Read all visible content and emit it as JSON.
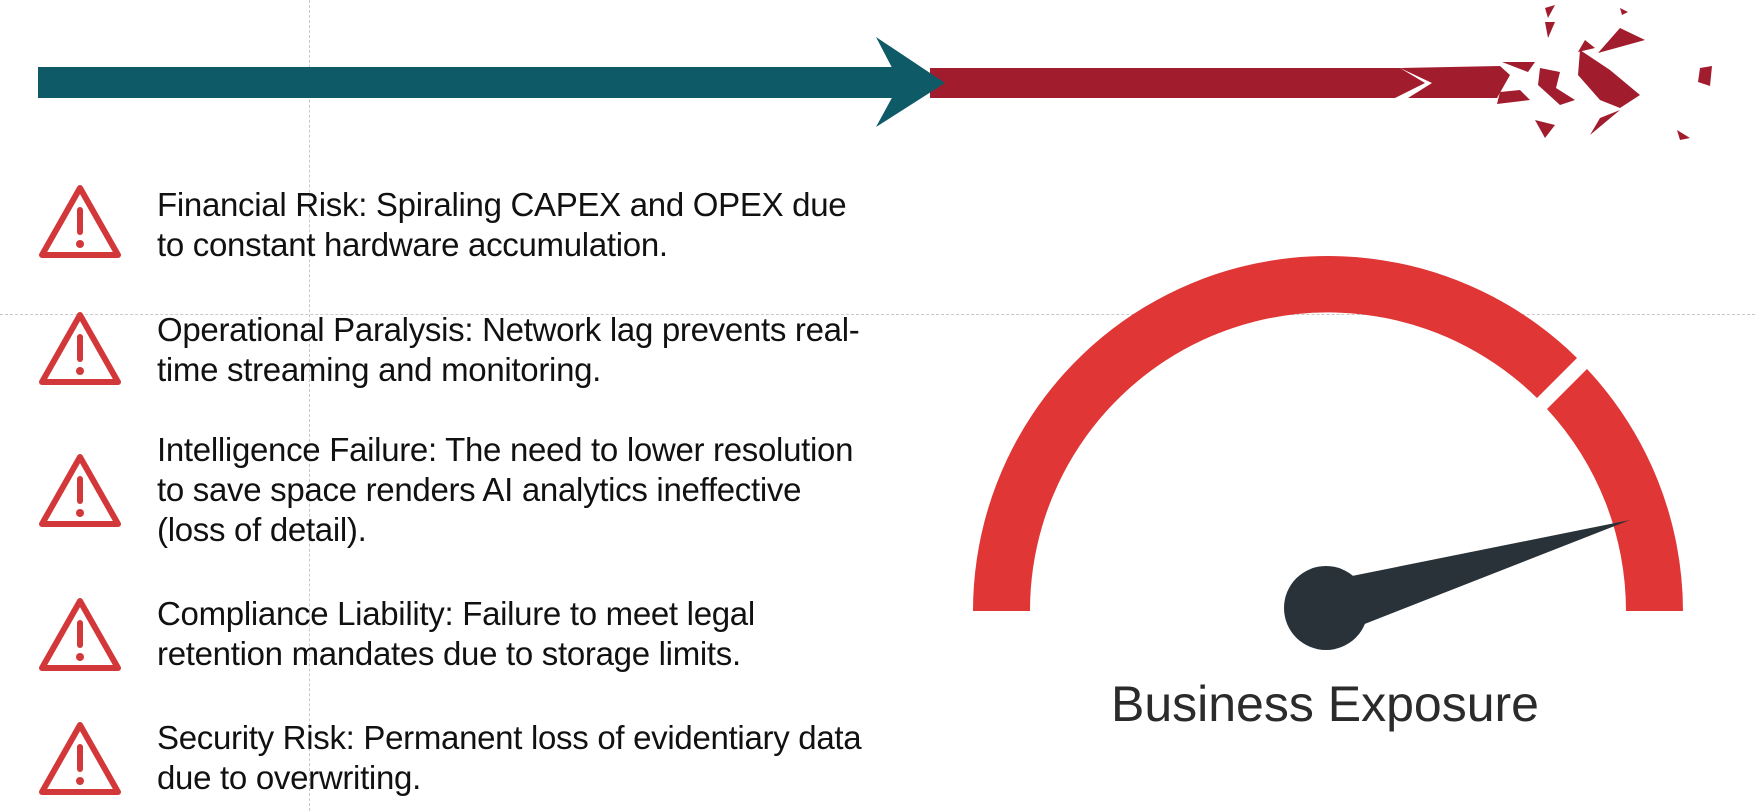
{
  "risks": [
    {
      "icon": "warning-icon",
      "text": "Financial Risk: Spiraling CAPEX and OPEX due to constant hardware accumulation."
    },
    {
      "icon": "warning-icon",
      "text": "Operational Paralysis: Network lag prevents real-time streaming and monitoring."
    },
    {
      "icon": "warning-icon",
      "text": "Intelligence Failure: The need to lower resolution to save space renders AI analytics ineffective (loss of detail)."
    },
    {
      "icon": "warning-icon",
      "text": "Compliance Liability: Failure to meet legal retention mandates due to storage limits."
    },
    {
      "icon": "warning-icon",
      "text": "Security Risk: Permanent loss of evidentiary data due to overwriting."
    }
  ],
  "gauge": {
    "label": "Business Exposure",
    "level_percent": 88
  },
  "colors": {
    "teal": "#0e5a67",
    "crimson": "#a11c2d",
    "gauge_red": "#e03636",
    "needle": "#283238",
    "warning": "#d2383a"
  }
}
